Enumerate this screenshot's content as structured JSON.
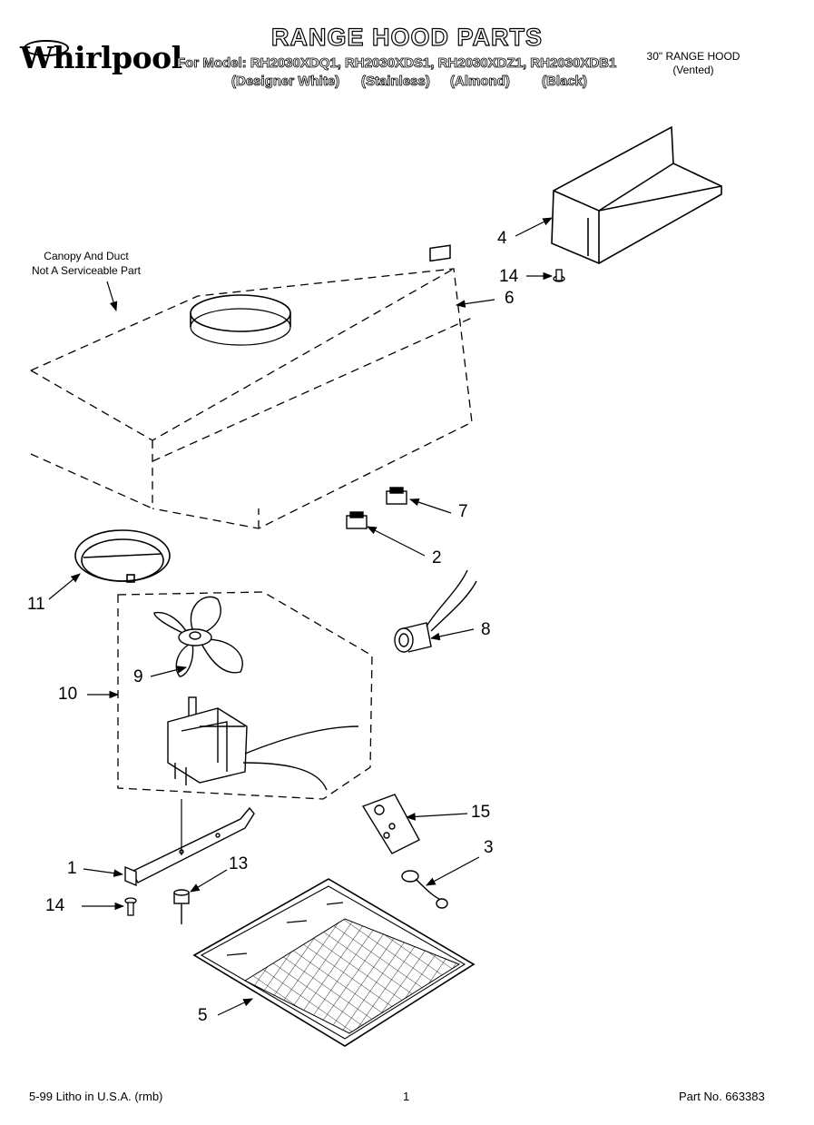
{
  "header": {
    "brand": "Whirlpool",
    "title": "RANGE HOOD PARTS",
    "models_line": "For Model: RH2030XDQ1, RH2030XDS1, RH2030XDZ1, RH2030XDB1",
    "variants": [
      "(Designer White)",
      "(Stainless)",
      "(Almond)",
      "(Black)"
    ],
    "product_line1": "30\" RANGE HOOD",
    "product_line2": "(Vented)"
  },
  "diagram": {
    "canopy_note_line1": "Canopy And Duct",
    "canopy_note_line2": "Not A Serviceable Part",
    "callouts": [
      "1",
      "2",
      "3",
      "4",
      "5",
      "6",
      "7",
      "8",
      "9",
      "10",
      "11",
      "13",
      "14",
      "14",
      "15"
    ]
  },
  "footer": {
    "print_info": "5-99 Litho in U.S.A. (rmb)",
    "page_number": "1",
    "part_number": "Part No. 663383"
  }
}
